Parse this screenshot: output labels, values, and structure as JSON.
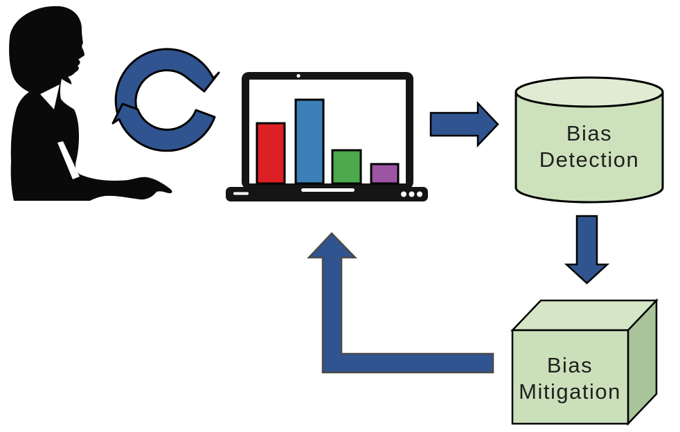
{
  "diagram": {
    "description": "flow-diagram",
    "nodes": {
      "user": {
        "icon": "woman-typing-silhouette-icon"
      },
      "laptop": {
        "icon": "laptop-bar-chart-icon"
      },
      "bias_detection": {
        "shape": "database-cylinder",
        "line1": "Bias",
        "line2": "Detection"
      },
      "bias_mitigation": {
        "shape": "cube",
        "line1": "Bias",
        "line2": "Mitigation"
      }
    },
    "edges": [
      {
        "from": "user",
        "to": "laptop",
        "icon": "sync-cycle-arrows-icon",
        "bidirectional": true
      },
      {
        "from": "laptop",
        "to": "bias_detection",
        "icon": "right-block-arrow-icon"
      },
      {
        "from": "bias_detection",
        "to": "bias_mitigation",
        "icon": "down-block-arrow-icon"
      },
      {
        "from": "bias_mitigation",
        "to": "laptop",
        "icon": "elbow-up-block-arrow-icon"
      }
    ]
  },
  "laptop_chart": {
    "type": "bar",
    "bars": [
      {
        "color": "#dd2026",
        "relative_height": 0.72
      },
      {
        "color": "#3d80b9",
        "relative_height": 1.0
      },
      {
        "color": "#4caa4d",
        "relative_height": 0.4
      },
      {
        "color": "#9b55a3",
        "relative_height": 0.23
      }
    ]
  },
  "colors": {
    "arrow_blue": "#30548f",
    "arrow_outline": "#000000",
    "l_arrow_outline": "#4a4a4a",
    "silhouette": "#0a0a0a",
    "laptop_black": "#151515",
    "screen_white": "#ffffff",
    "cylinder_body": "#cde2bc",
    "cylinder_top": "#dfecd3",
    "cube_front": "#cbe0ba",
    "cube_top": "#d5e6c6",
    "cube_right": "#a9c49a",
    "label_color": "#1f1f1f",
    "background": "#ffffff"
  }
}
